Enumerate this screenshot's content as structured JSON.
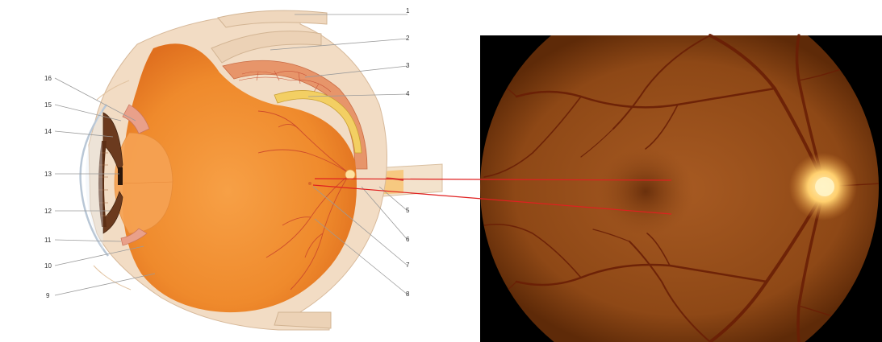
{
  "diagram": {
    "labels_left": [
      "16",
      "15",
      "14",
      "13",
      "12",
      "11",
      "10",
      "9"
    ],
    "labels_right": [
      "1",
      "2",
      "3",
      "4",
      "5",
      "6",
      "7",
      "8"
    ]
  },
  "colors": {
    "connector": "#e02020",
    "fundus_background": "#000000",
    "fundus_base": "#a9541c",
    "eye_interior": "#f0892f",
    "sclera": "#f2dcc4",
    "optic_disc": "#ffd27a",
    "iris": "#6b3a1e"
  },
  "icons": {
    "eye_cross_section": "eye-cross-section-illustration",
    "fundus": "retina-fundus-photograph"
  }
}
